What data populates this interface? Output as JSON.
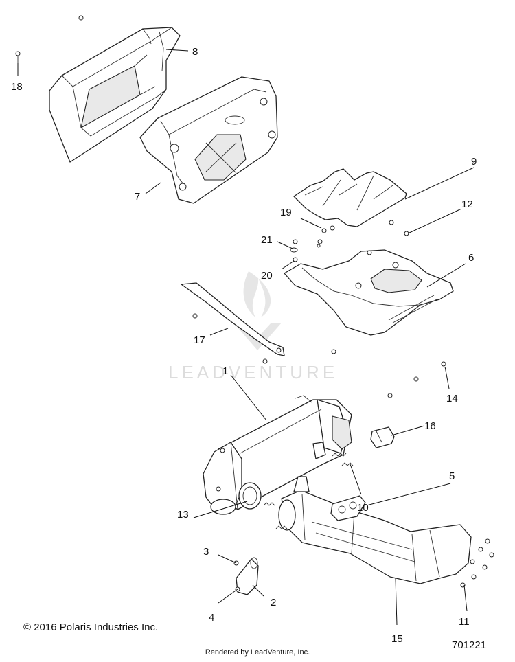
{
  "callouts": [
    "1",
    "2",
    "3",
    "4",
    "5",
    "6",
    "7",
    "8",
    "9",
    "10",
    "11",
    "12",
    "13",
    "14",
    "15",
    "16",
    "17",
    "18",
    "19",
    "20",
    "21"
  ],
  "watermark": "LEADVENTURE",
  "copyright": "© 2016 Polaris Industries Inc.",
  "drawing_number": "701221",
  "rendered_by": "Rendered by LeadVenture, Inc."
}
